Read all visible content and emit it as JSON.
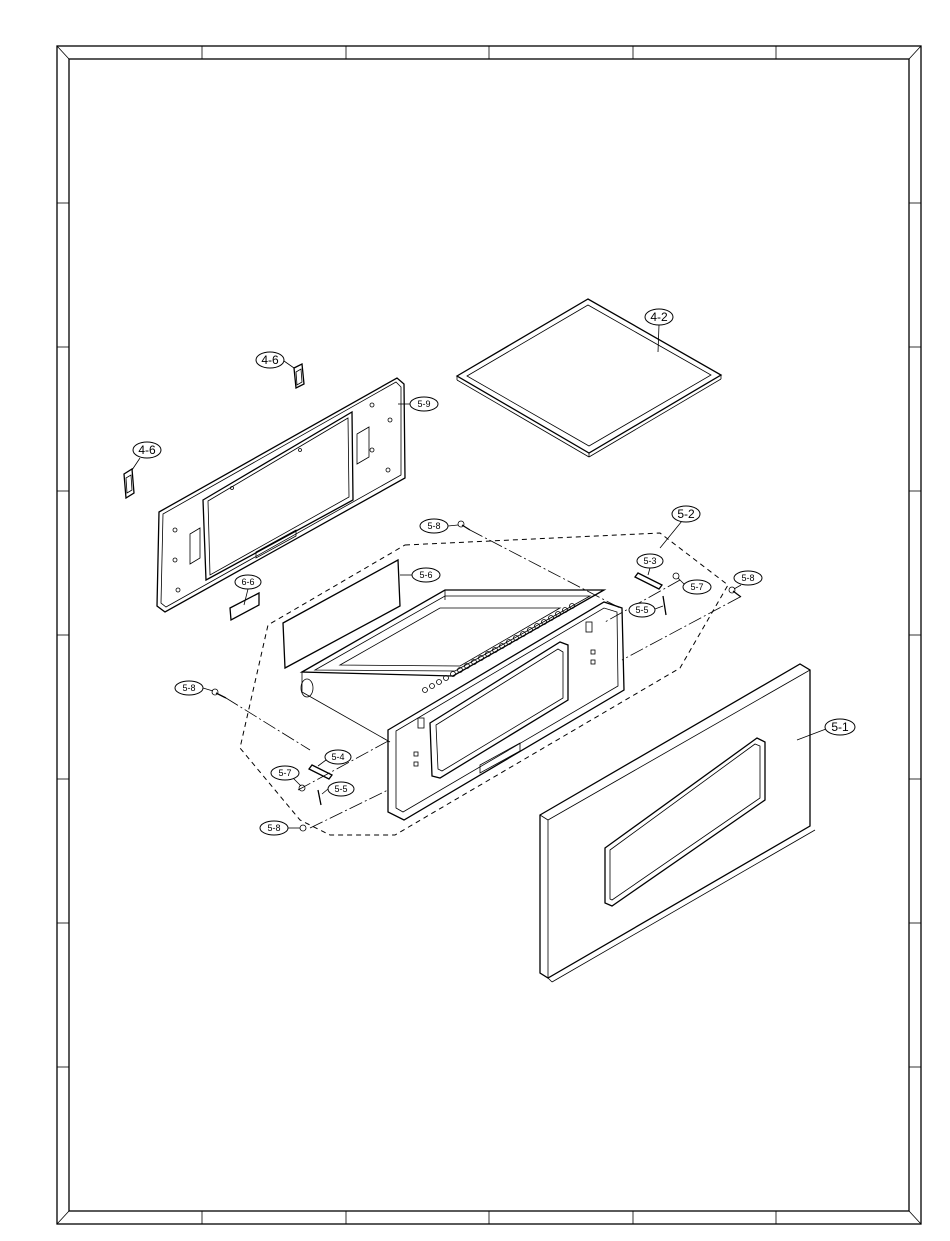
{
  "callouts": {
    "c_4_2": "4-2",
    "c_4_6_a": "4-6",
    "c_4_6_b": "4-6",
    "c_5_9": "5-9",
    "c_6_6": "6-6",
    "c_5_6": "5-6",
    "c_5_8_a": "5-8",
    "c_5_8_b": "5-8",
    "c_5_8_c": "5-8",
    "c_5_8_d": "5-8",
    "c_5_2": "5-2",
    "c_5_3": "5-3",
    "c_5_7_a": "5-7",
    "c_5_7_b": "5-7",
    "c_5_5_a": "5-5",
    "c_5_5_b": "5-5",
    "c_5_4": "5-4",
    "c_5_1": "5-1"
  }
}
